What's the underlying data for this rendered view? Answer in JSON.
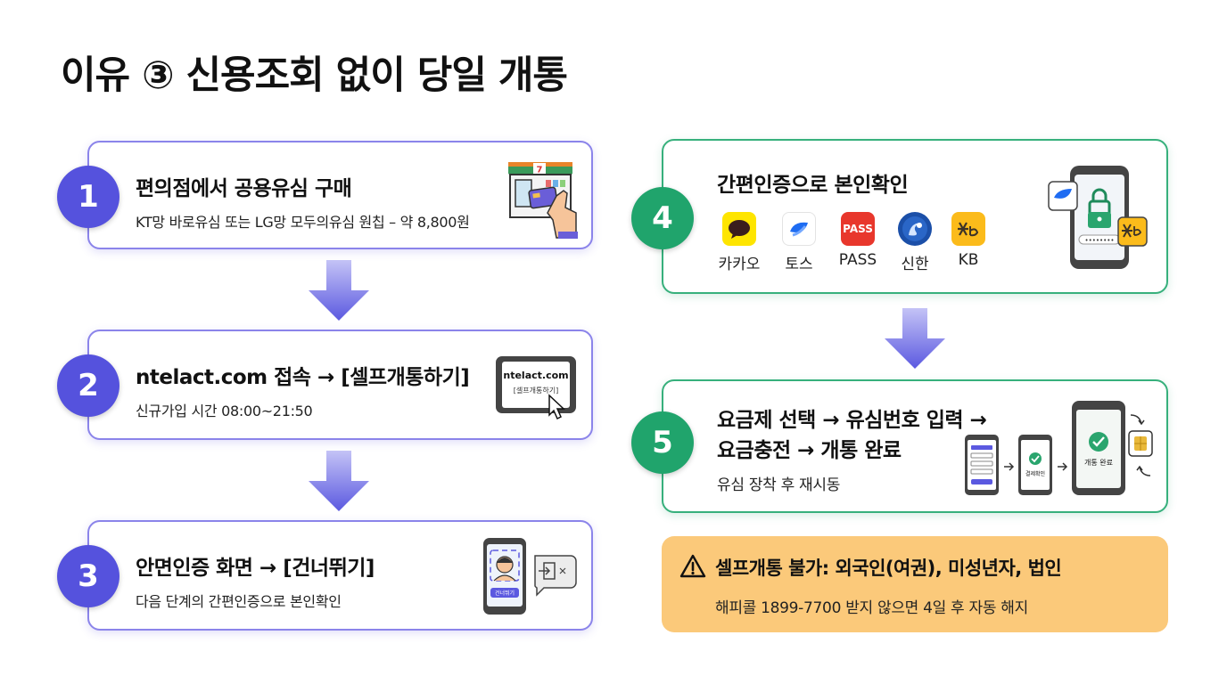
{
  "title": "이유 ③ 신용조회 없이 당일 개통",
  "steps": [
    {
      "num": "1",
      "title": "편의점에서 공용유심 구매",
      "sub": "KT망 바로유심 또는 LG망 모두의유심 원칩 – 약 8,800원",
      "sign_text": "7"
    },
    {
      "num": "2",
      "title": "ntelact.com 접속 → [셀프개통하기]",
      "sub": "신규가입 시간 08:00~21:50",
      "screen_line1": "ntelact.com",
      "screen_line2": "[셀프개통하기]"
    },
    {
      "num": "3",
      "title": "안면인증 화면 → [건너뛰기]",
      "sub": "다음 단계의 간편인증으로 본인확인",
      "phone_btn": "건너뛰기"
    },
    {
      "num": "4",
      "title": "간편인증으로 본인확인",
      "auth": [
        {
          "label": "카카오",
          "icon": "kakao-icon",
          "color": "#fee500"
        },
        {
          "label": "토스",
          "icon": "toss-icon",
          "color": "#ffffff"
        },
        {
          "label": "PASS",
          "icon": "pass-icon",
          "color": "#e8372c",
          "icon_text": "PASS"
        },
        {
          "label": "신한",
          "icon": "shinhan-icon",
          "color": "#1b4fa8"
        },
        {
          "label": "KB",
          "icon": "kb-icon",
          "color": "#fbbb1b"
        }
      ]
    },
    {
      "num": "5",
      "title_line1": "요금제 선택 → 유심번호 입력 →",
      "title_line2": "요금충전 → 개통 완료",
      "sub": "유심 장착 후 재시동",
      "phone2_text": "결제확인",
      "phone3_text": "개통 완료"
    }
  ],
  "warning": {
    "title": "셀프개통 불가: 외국인(여권), 미성년자, 법인",
    "sub": "해피콜 1899-7700 받지 않으면 4일 후 자동 해지"
  },
  "colors": {
    "blue": "#5552dd",
    "green": "#20a46c",
    "arrow": "#5b59e0",
    "warning_bg": "#fbc97a"
  }
}
